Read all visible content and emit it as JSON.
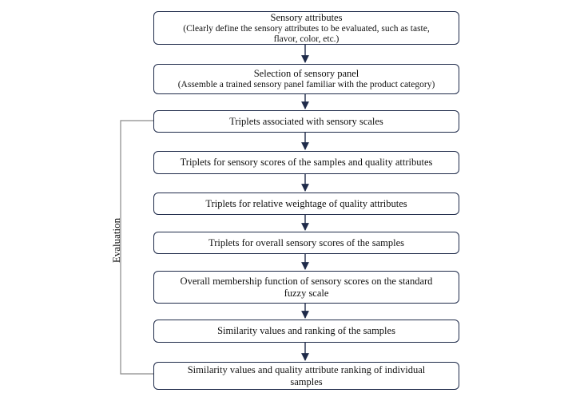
{
  "side_label": "Evaluation",
  "steps": [
    {
      "title": "Sensory attributes",
      "detail": "(Clearly define the sensory attributes to be evaluated, such as taste, flavor, color, etc.)"
    },
    {
      "title": "Selection of sensory panel",
      "detail": "(Assemble a trained sensory panel familiar with the product category)"
    },
    {
      "title": "Triplets associated with sensory scales",
      "detail": ""
    },
    {
      "title": "Triplets for sensory scores of the samples and quality attributes",
      "detail": ""
    },
    {
      "title": "Triplets for relative weightage of quality attributes",
      "detail": ""
    },
    {
      "title": "Triplets for overall sensory scores of the samples",
      "detail": ""
    },
    {
      "title": "Overall membership function of sensory scores on the standard fuzzy scale",
      "detail": ""
    },
    {
      "title": "Similarity values and ranking of the samples",
      "detail": ""
    },
    {
      "title": "Similarity values and quality attribute ranking of individual samples",
      "detail": ""
    }
  ],
  "colors": {
    "box_border": "#1f2b4a",
    "arrow": "#1f2b4a",
    "feedback_line": "#8a8a8a"
  }
}
